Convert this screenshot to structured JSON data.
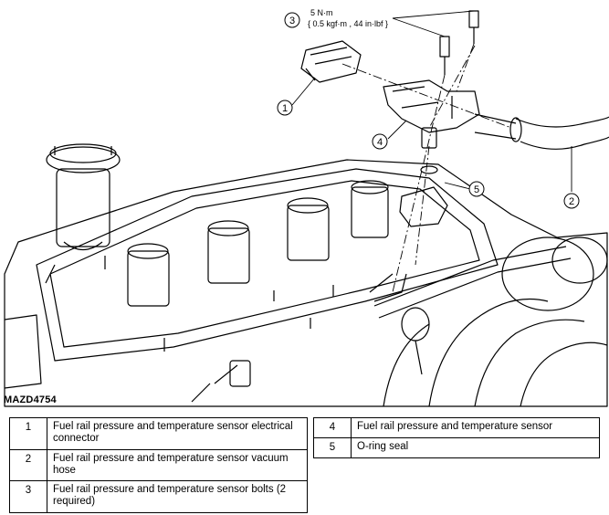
{
  "figure": {
    "code": "MAZD4754",
    "torque_line1": "5 N·m",
    "torque_line2": "{ 0.5 kgf·m , 44 in·lbf }",
    "callouts": [
      "1",
      "2",
      "3",
      "4",
      "5"
    ]
  },
  "legend_left": [
    {
      "num": "1",
      "text": "Fuel rail pressure and temperature sensor electrical connector"
    },
    {
      "num": "2",
      "text": "Fuel rail pressure and temperature sensor vacuum hose"
    },
    {
      "num": "3",
      "text": "Fuel rail pressure and temperature sensor bolts (2 required)"
    }
  ],
  "legend_right": [
    {
      "num": "4",
      "text": "Fuel rail pressure and temperature sensor"
    },
    {
      "num": "5",
      "text": "O-ring seal"
    }
  ]
}
